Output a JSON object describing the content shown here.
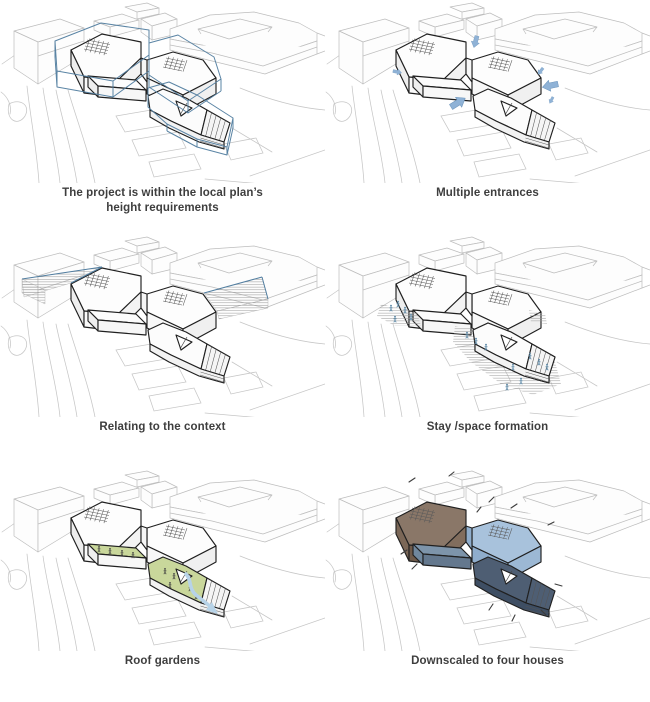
{
  "page": {
    "title": "Architectural concept diagrams"
  },
  "panels": [
    {
      "id": "height-envelope",
      "caption": "The project is within the local plan’s height requirements"
    },
    {
      "id": "multiple-entrances",
      "caption": "Multiple entrances"
    },
    {
      "id": "relating-context",
      "caption": "Relating to the context"
    },
    {
      "id": "stay-space",
      "caption": "Stay /space formation"
    },
    {
      "id": "roof-gardens",
      "caption": "Roof gardens"
    },
    {
      "id": "four-houses",
      "caption": "Downscaled to four houses"
    }
  ],
  "colors": {
    "caption_text": "#3e3e3e",
    "outline_dark": "#202020",
    "context_grey": "#bdbdbd",
    "envelope_blue": "#527ea0",
    "arrow_blue": "#8fb2d6",
    "people_blue": "#5b87a5",
    "green_roof": "#c9d79b",
    "garden_arrow": "#b7d3e8",
    "house_a_top": "#8a7768",
    "house_a_side": "#6e5a4a",
    "house_a_left": "#7b6757",
    "house_a_right": "#816d5d",
    "house_b_top": "#a8c2dc",
    "house_b_side": "#8fadcc",
    "house_b_right": "#9cb8d4",
    "house_c_top": "#7d94aa",
    "house_c_side": "#64788e",
    "house_c_left": "#70879d",
    "house_d_top": "#4e5e73",
    "house_d_side": "#3e4e63"
  }
}
